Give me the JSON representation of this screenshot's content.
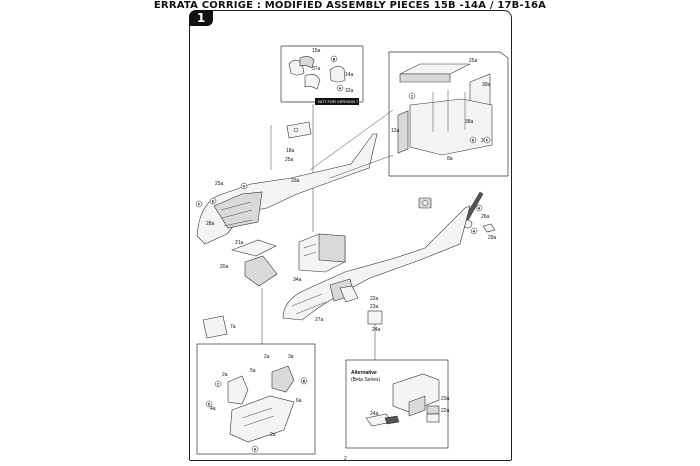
{
  "header": {
    "title": "ERRATA CORRIGE : MODIFIED ASSEMBLY PIECES 15B -14A / 17B-16A"
  },
  "step": {
    "number": "1"
  },
  "footer": {
    "page_number": "2"
  },
  "callouts": {
    "not_for_version": "NOT FOR VERSION 7",
    "alternative_title": "Alternative",
    "alternative_subtitle": "(Beta Series)"
  },
  "labels": {
    "p15a": "15a",
    "p37a": "37a",
    "p14a": "14a",
    "p32a": "32a",
    "p25a_top": "25a",
    "p30a": "30a",
    "p12a": "12a",
    "p8a": "8a",
    "p35a": "35a",
    "p38a": "38a",
    "p18a": "18a",
    "p25a_mid": "25a",
    "p25a_left": "25a",
    "p28a": "28a",
    "p21a": "21a",
    "p20a": "20a",
    "p33a": "33a",
    "p34a": "34a",
    "p27a": "27a",
    "p24a_mid": "24a",
    "p22a": "22a",
    "p26a": "26a",
    "p29a": "29a",
    "p23a": "23a",
    "p7a": "7a",
    "p2a_left": "2a",
    "p2a_right": "2a",
    "p3a": "3a",
    "p4a": "4a",
    "p6a": "6a",
    "p5a": "5a",
    "p24a_alt": "24a",
    "p23a_alt": "23a",
    "p22a_alt": "22a",
    "p2a_small": "2a"
  },
  "markers": {
    "a": "A",
    "b": "B",
    "c": "C",
    "d": "D",
    "e": "E",
    "f": "F",
    "g": "G",
    "h": "H"
  },
  "colors": {
    "ink": "#222222",
    "badge": "#111111",
    "part_fill": "#f4f4f4",
    "part_shade": "#d9d9d9"
  }
}
